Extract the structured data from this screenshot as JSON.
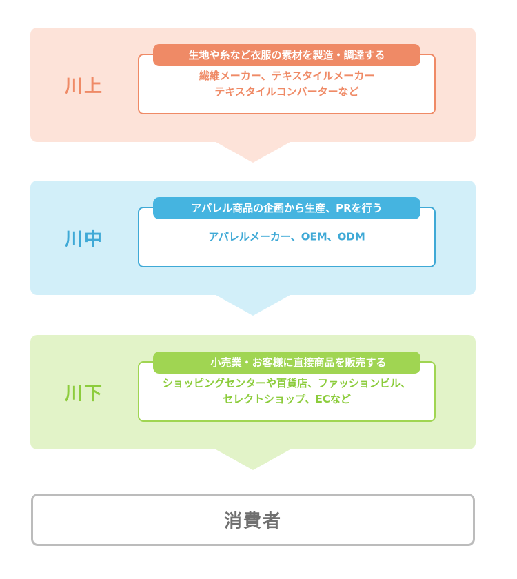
{
  "stages": [
    {
      "name": "川上",
      "role": "生地や糸など衣服の素材を製造・調達する",
      "players_line1": "繊維メーカー、テキスタイルメーカー",
      "players_line2": "テキスタイルコンバーターなど",
      "color": "#ef8a66",
      "background": "#fde3d9"
    },
    {
      "name": "川中",
      "role": "アパレル商品の企画から生産、PRを行う",
      "players_line1": "アパレルメーカー、OEM、ODM",
      "players_line2": "",
      "color": "#45b4e0",
      "background": "#d2eff9"
    },
    {
      "name": "川下",
      "role": "小売業・お客様に直接商品を販売する",
      "players_line1": "ショッピングセンターや百貨店、ファッションビル、",
      "players_line2": "セレクトショップ、ECなど",
      "color": "#a0d552",
      "background": "#e2f3c8"
    }
  ],
  "consumer": {
    "label": "消費者",
    "border_color": "#bcbcbc"
  }
}
